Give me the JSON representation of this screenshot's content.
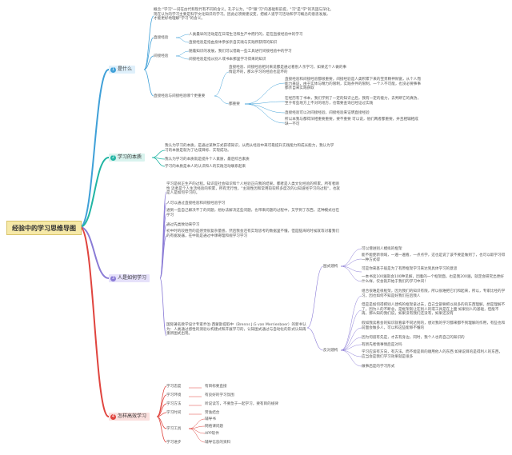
{
  "root": {
    "label": "经验中的学习思维导图"
  },
  "colors": {
    "branch1": "#3fa0d8",
    "branch2": "#21b5a4",
    "branch3": "#8a7bd6",
    "branch4": "#e0443e",
    "root_fill": "#f6e9a8"
  },
  "branches": [
    {
      "num": "1",
      "label": "是什么",
      "intro": "概念:\"学习\"一词在古代和现代有不同的含义。孔子认为，\"学\"跟\"习\"的基础和前提，\"习\"是\"学\"的巩固与深化。现在认为的学习主要是科学文化知识的学习。因此必须要建议变，把被人道学习活动和学习概念的意思发展，才能更好地理解\"学习\"的含义。",
      "items": [
        {
          "label": "直接经验",
          "notes": [
            "人类最早的活动是在日常生活和生产中而行的，是在直接经验中的学习",
            "直接经验是指由身体参加亲自实践与实践所获得的知识"
          ]
        },
        {
          "label": "间接经验",
          "notes": [
            "随着知识的发展，我们可以借助一些工具进行间接经验中的学习",
            "间接经验是指从别人或书本那里学习得来的知识"
          ]
        },
        {
          "label": "直接经验与间接经验哪个更重要",
          "note": "直接经验、间接经验相对来说都是通过看别人亲学习，如果这个人做的事情是坏的，那么学习的经验也是坏的",
          "sub": {
            "label": "都重要",
            "notes": [
              "直接经验和间接经验都很重要，间接经验是人类积累下来的宝贵精神财富，从个人而能力来说，由于实体与精力的限制，实践条件的限制，一个人不可能，也没必要事事都亲自来实践获取",
              "在经历有了书本，我们学到了一定的知识之后，我有一定的能力，去判断它的真伪，至于有些地方上不对的地方，也需要查询已经证过实践",
              "直接经验可以对间接经验，间接经验来证明直接经验",
              "所以本我与都得深相重要重要，要不重要 可以说，他们两者都重要，并且相辅相成缺一不可"
            ]
          }
        }
      ]
    },
    {
      "num": "2",
      "label": "学习的本质",
      "notes": [
        "我认为学习的本质，是通过某种方式获得知识，从而从经验中来可靠提升实践能力和成长能力，我认为学习的本质是就为了达成目标、实现成功。",
        "我认为学习的本质就是提升个人素质，最后综合素质",
        "学习的本质是本人的认识和人的实践活动联系起来"
      ]
    },
    {
      "num": "3",
      "label": "人是如何学习",
      "notes": [
        "学习是很正生产的过程。知识是社会知识和个人经验正向我的结果。都者是人类文化经验的积累。所有者刚性 迈者是个人生活经验的积累，所有无行性，\"主观性因和常用较较积多度次的以知道经学习的过程\"，也就是人是如何学习的。",
        "人可以通过直接经验和间接经验学习",
        "通到一些自己解决不了的问题，想办法解决这些问题，也带来问题的过程中，又学到了东西，这种模式也在学习",
        "通过先类致动来学习",
        "初中时的较胜然的是感觉很复杂量感，然后我会还有实现思考的数据里不懂，但是脑海的时候就等对着我们的有据发器，在中就是通过中课奇理和规学习学习"
      ],
      "people": "国际著名教学设计专家乔治·西蒙斯提取中（Brenns J.G van Merrienboer）的新书认为：人类通过感性的测验以构建式和开展学习的，认知图式通过与自动化的形式认知再重新图式出现。",
      "groups": [
        {
          "label": "图式建构",
          "notes": [
            "可以增进别人模拟的框架",
            "能不能使新领域，一遍一遍看，一点点学，这也是说了该不要是做到了，也可以取学习得一种方式得",
            "可是你来基于般是为了有原框架学习来达到具体学习的意思",
            "一本书读100遍就会100种见解，因着的一个框架面，也是我200遍，就定会研究出更好什么样，仅会就开始于我们的学习中间！"
          ]
        },
        {
          "label": "反对建构",
          "notes": [
            "组合很难是很框架，因为我们的知识有限，所以很难把它们和起来，所以，专家比经的学习，因也如何不知是好我们在后我人",
            "但是是如何得把别人建构的框架拿过去，自己全部要把以很多的的东西理解，想是理解不了，因为人的不断总，是框架就让在别人的或工具是在上面 如果别人的基础，但能不再，那么知的我们说，如果没有我们还没有，如果还没有",
            "假如我读看会的知识就看拿不同达到的，想对我的学习都来都不到理解的作用，有些也和前面会做多人，可以和这些能够不懂的",
            "因为何道有先是，才去有身边，同时，我个人也有自己的知识的",
            "有新先者情事情后是对吗",
            "学习应该有方向，有方法，而不能是目的顺用他人的东西 如果说目的是得利人的东西，应当会是我们学习效果就是很多",
            "做事后是的学习形式"
          ]
        }
      ]
    },
    {
      "num": "4",
      "label": "怎样高效学习",
      "items": [
        {
          "label": "学习态度",
          "notes": [
            "有目标要直接"
          ]
        },
        {
          "label": "学习环境",
          "notes": [
            "有良好的学习氛围"
          ]
        },
        {
          "label": "学习方法",
          "notes": [
            "听说读写，不要急于一起学习，要有目的规律"
          ]
        },
        {
          "label": "学习时间",
          "notes": [
            "劳逸结合"
          ]
        },
        {
          "label": "学习工具",
          "notes": [
            "辅导书",
            "网络课问题",
            "APP软件",
            "辅导信息的资料"
          ]
        },
        {
          "label": "学习进步",
          "notes": []
        }
      ]
    }
  ]
}
